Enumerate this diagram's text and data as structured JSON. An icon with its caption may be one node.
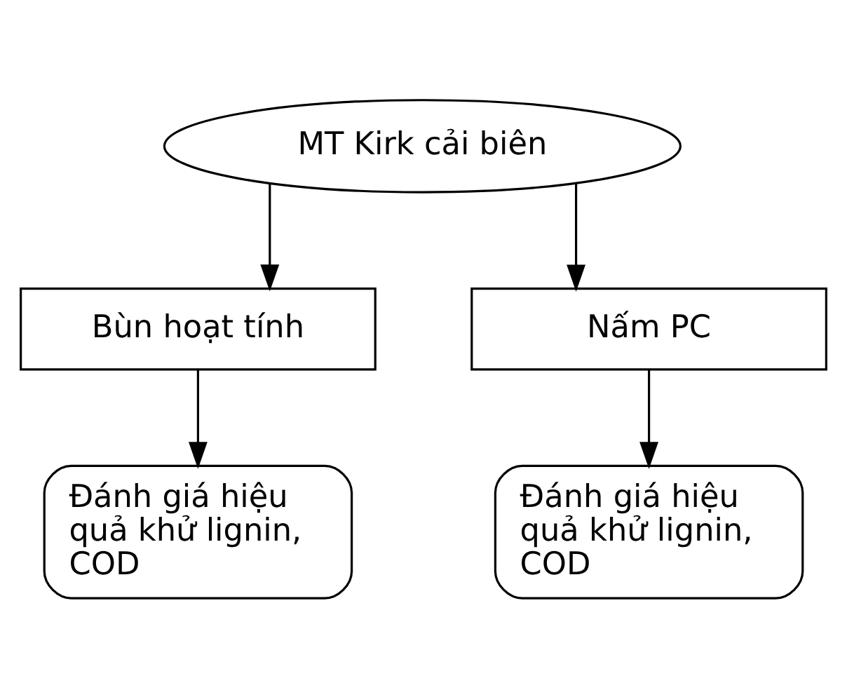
{
  "diagram": {
    "nodes": [
      {
        "text": [
          "MT Kirk cải biên"
        ]
      },
      {
        "text": [
          "Bùn hoạt tính"
        ]
      },
      {
        "text": [
          "Nấm PC"
        ]
      },
      {
        "text": [
          "Đánh giá hiệu quả khử lignin, COD"
        ]
      },
      {
        "text": [
          "Đánh giá hiệu quả khử lignin, COD"
        ]
      }
    ],
    "edges": [
      {
        "from": 0,
        "to": 1,
        "arrow": "to"
      },
      {
        "from": 0,
        "to": 2,
        "arrow": "to"
      },
      {
        "from": 1,
        "to": 3,
        "arrow": "to"
      },
      {
        "from": 2,
        "to": 4,
        "arrow": "to"
      }
    ]
  }
}
